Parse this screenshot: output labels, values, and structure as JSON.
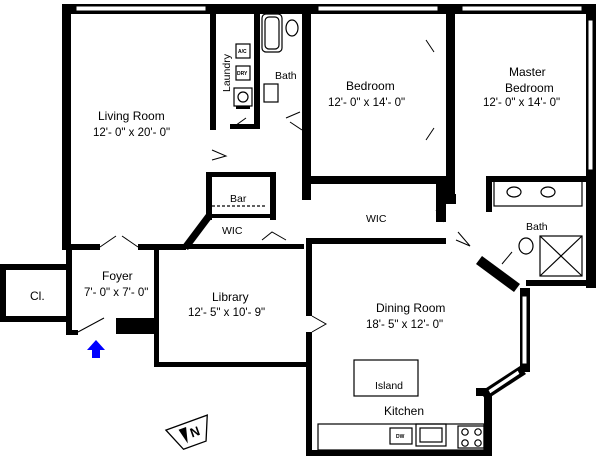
{
  "rooms": {
    "living": {
      "name": "Living Room",
      "dims": "12'- 0\" x 20'- 0\""
    },
    "bedroom": {
      "name": "Bedroom",
      "dims": "12'- 0\" x 14'- 0\""
    },
    "master": {
      "name_line1": "Master",
      "name_line2": "Bedroom",
      "dims": "12'- 0\" x 14'- 0\""
    },
    "bath_top": {
      "name": "Bath"
    },
    "laundry": {
      "name": "Laundry"
    },
    "bar": {
      "name": "Bar"
    },
    "wic_left": {
      "name": "WIC"
    },
    "wic_mid": {
      "name": "WIC"
    },
    "bath_right": {
      "name": "Bath"
    },
    "foyer": {
      "name": "Foyer",
      "dims": "7'- 0\" x 7'- 0\""
    },
    "closet": {
      "name": "Cl."
    },
    "library": {
      "name": "Library",
      "dims": "12'- 5\" x 10'- 9\""
    },
    "dining": {
      "name": "Dining Room",
      "dims": "18'- 5\" x 12'- 0\""
    },
    "island": {
      "name": "Island"
    },
    "kitchen": {
      "name": "Kitchen"
    }
  },
  "appliances": {
    "ac": "A/C",
    "dryer": "DRY",
    "dishwasher": "DW"
  },
  "compass": {
    "label": "N"
  },
  "entry_arrow_color": "#0000ff"
}
